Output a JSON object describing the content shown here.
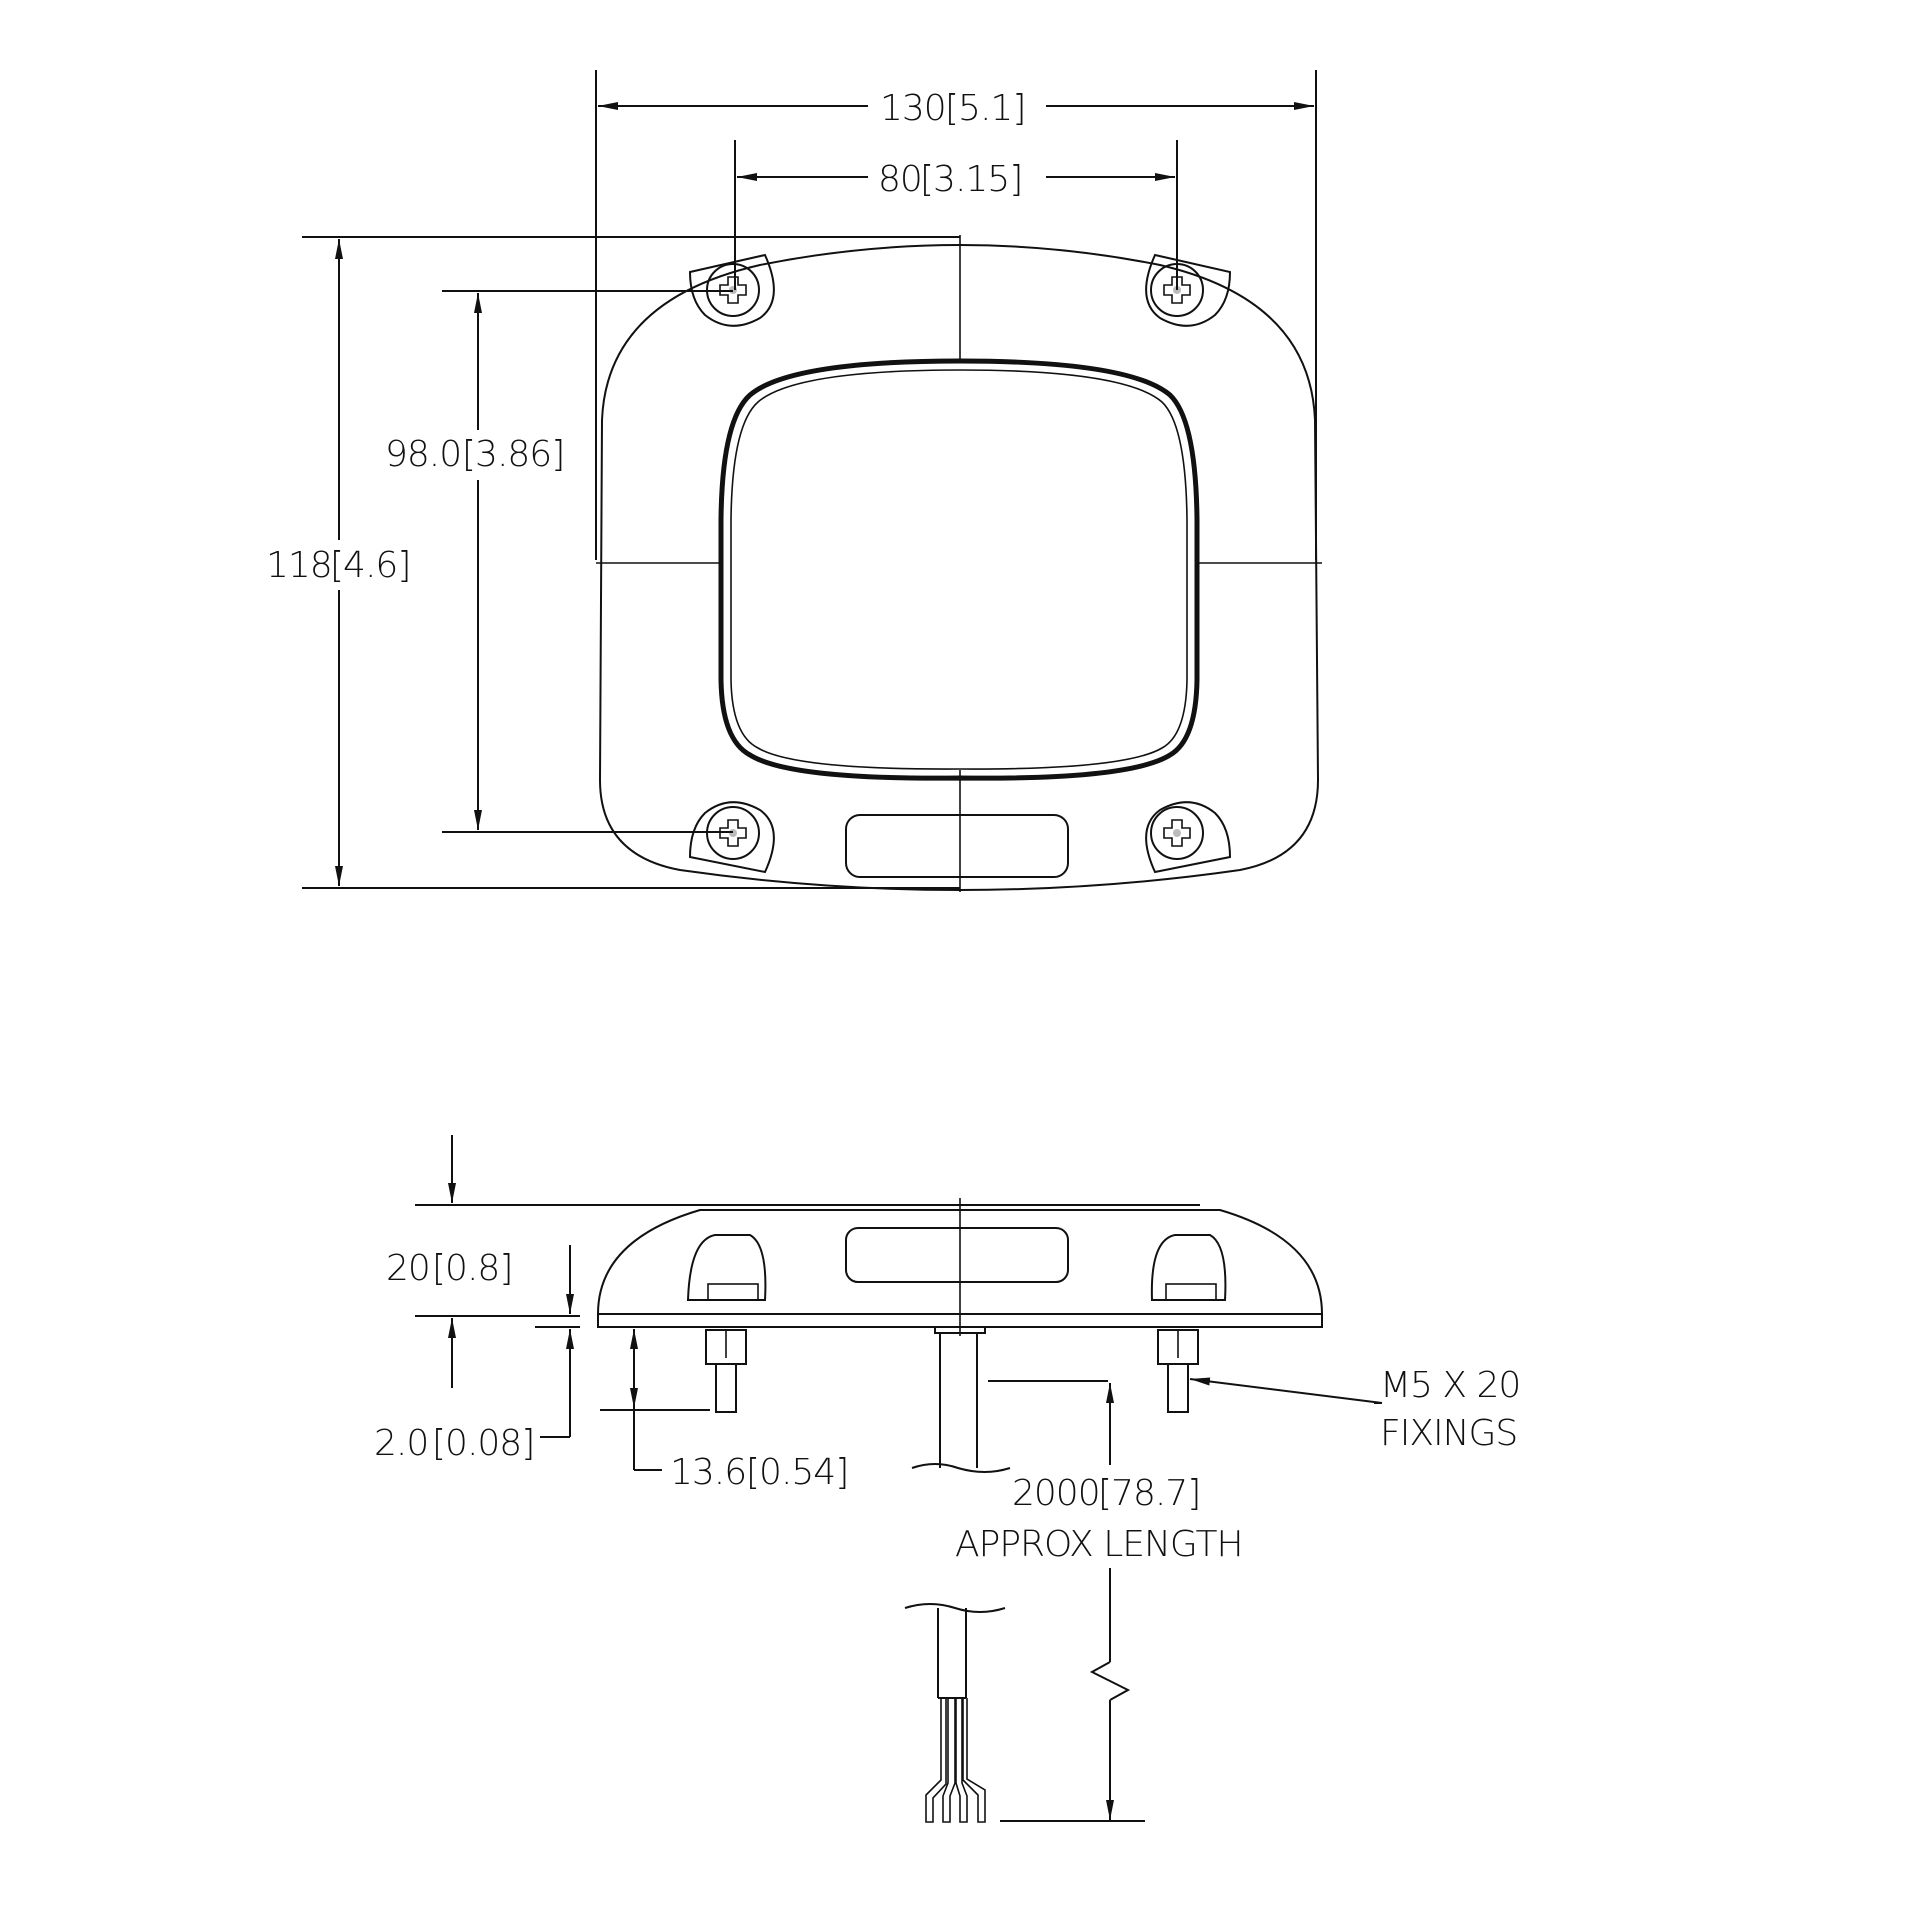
{
  "drawing": {
    "colors": {
      "line": "#111111",
      "background": "#ffffff",
      "screw_center": "#bbbbbb"
    },
    "top_view": {
      "dimensions": {
        "overall_width": {
          "mm": "130",
          "inch": "5.1"
        },
        "hole_spacing_x": {
          "mm": "80",
          "inch": "3.15"
        },
        "hole_spacing_y": {
          "mm": "98.0",
          "inch": "3.86"
        },
        "overall_height": {
          "mm": "118",
          "inch": "4.6"
        }
      }
    },
    "side_view": {
      "dimensions": {
        "body_height": {
          "mm": "20",
          "inch": "0.8"
        },
        "gasket_thickness": {
          "mm": "2.0",
          "inch": "0.08"
        },
        "stud_length": {
          "mm": "13.6",
          "inch": "0.54"
        },
        "cable_length": {
          "mm": "2000",
          "inch": "78.7",
          "note": "APPROX LENGTH"
        }
      },
      "callouts": {
        "fixings_line1": "M5 X 20",
        "fixings_line2": "FIXINGS"
      }
    }
  }
}
